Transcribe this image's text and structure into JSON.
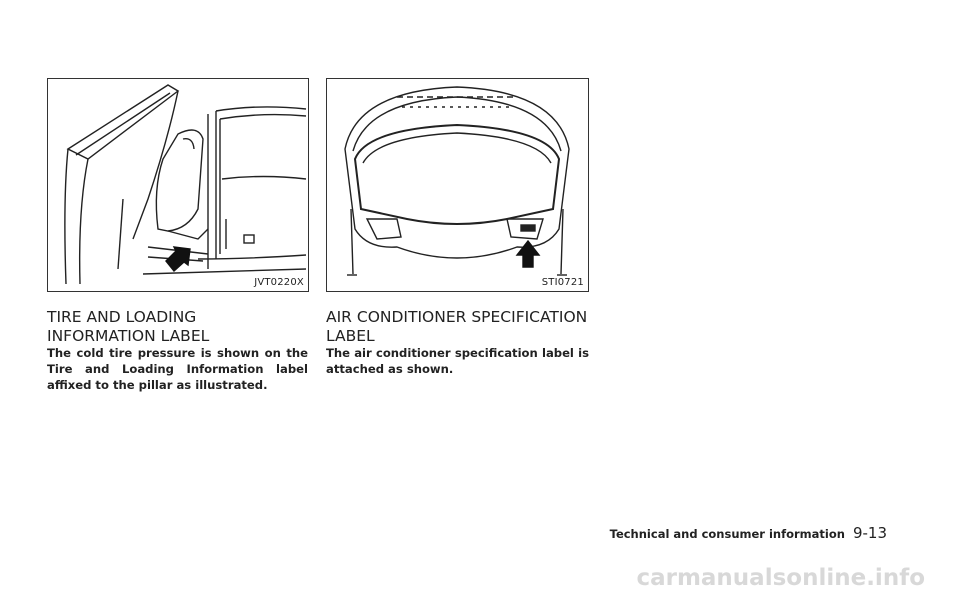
{
  "figures": [
    {
      "code": "JVT0220X"
    },
    {
      "code": "STI0721"
    }
  ],
  "sections": [
    {
      "title": "TIRE AND LOADING INFORMATION LABEL",
      "text": "The cold tire pressure is shown on the Tire and Loading Information label affixed to the pillar as illustrated."
    },
    {
      "title": "AIR CONDITIONER SPECIFICATION LABEL",
      "text": "The air conditioner specification label is attached as shown."
    }
  ],
  "footer": {
    "section": "Technical and consumer information",
    "page": "9-13"
  },
  "watermark": "carmanualsonline.info",
  "colors": {
    "text": "#222222",
    "watermark": "#d8d8d8"
  }
}
